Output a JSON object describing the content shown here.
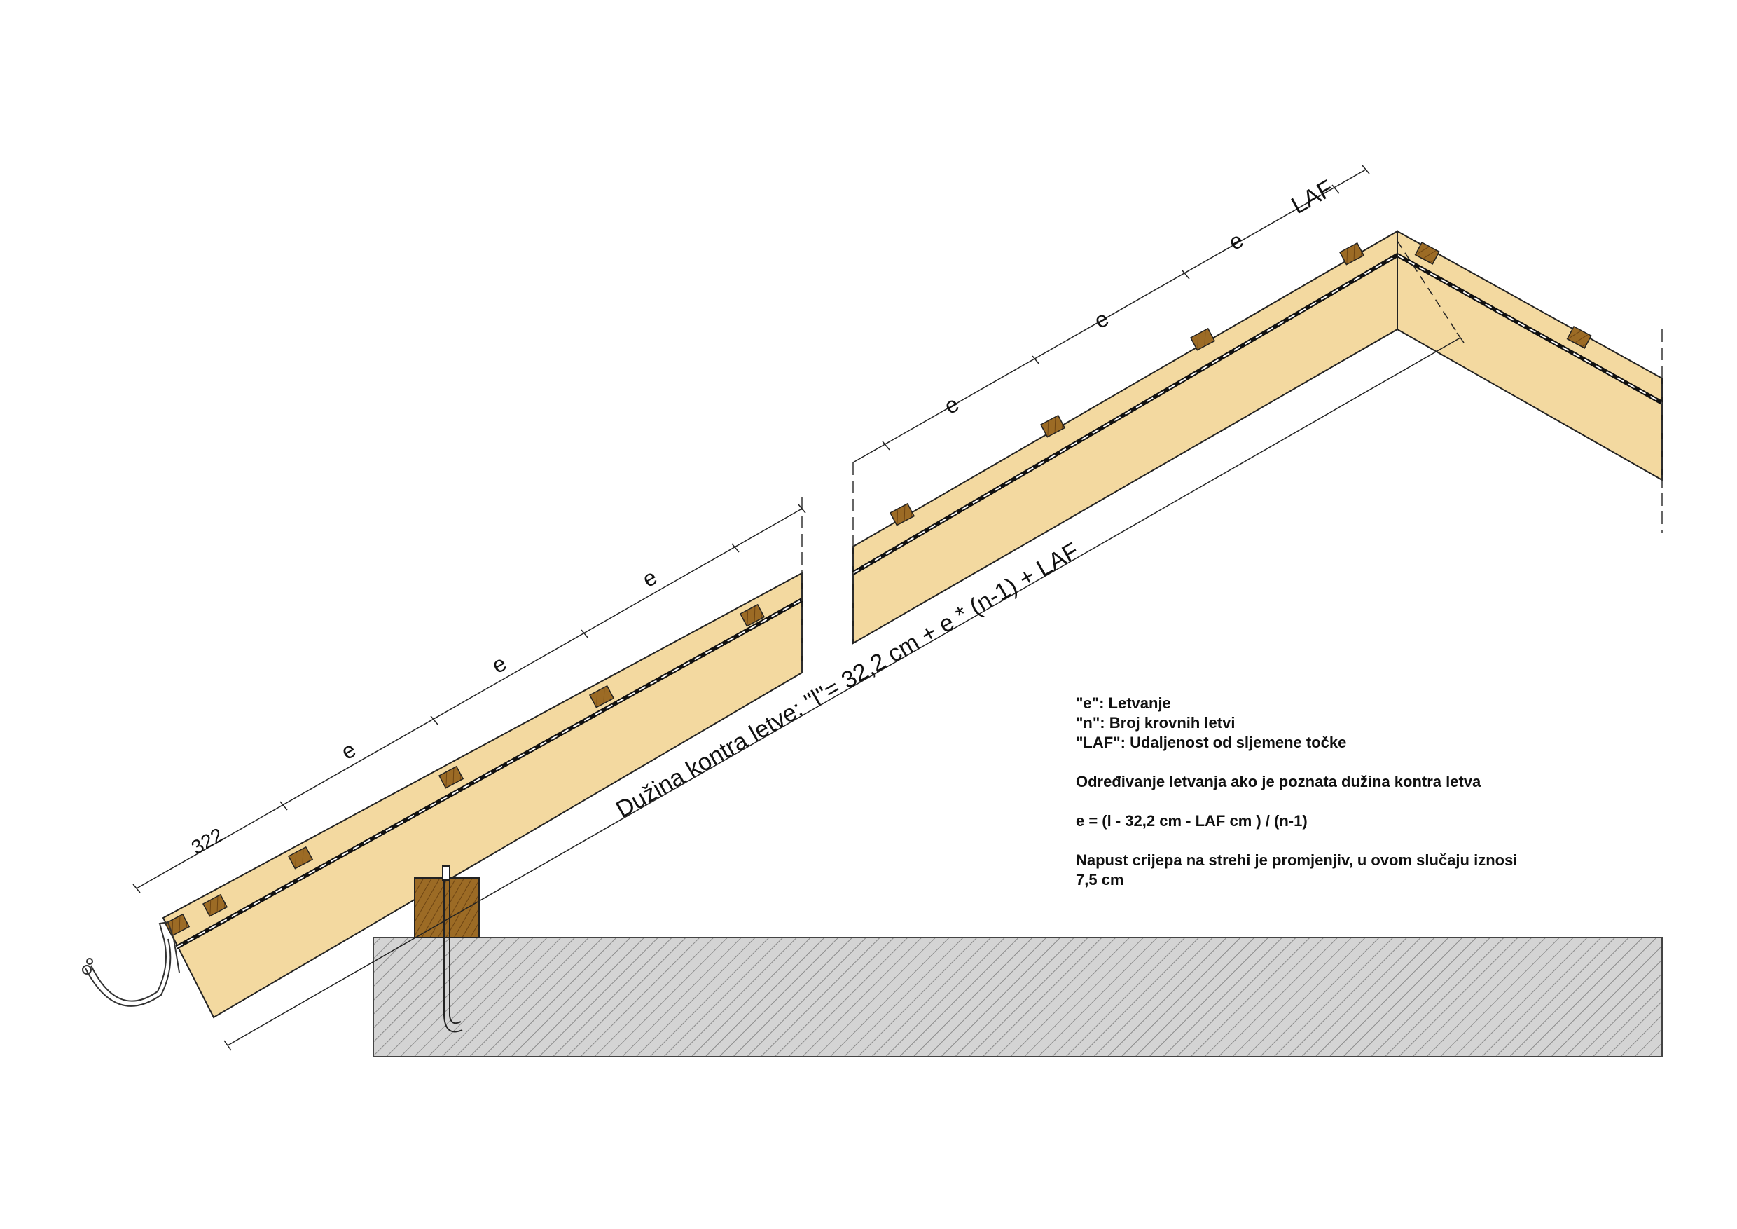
{
  "labels": {
    "first_spacing": "322",
    "spacing": "e",
    "laf": "LAF",
    "counter_batten_formula": "Dužina kontra letve: \"l\"= 32,2 cm + e * (n-1) + LAF"
  },
  "legend": {
    "e": "\"e\": Letvanje",
    "n": "\"n\": Broj krovnih letvi",
    "laf": "\"LAF\": Udaljenost od sljemene točke"
  },
  "notes": {
    "heading": "Određivanje letvanja ako je poznata dužina kontra letva",
    "formula": "e = (l - 32,2 cm - LAF cm ) / (n-1)",
    "overhang_line1": "Napust crijepa na strehi je promjenjiv, u ovom slučaju iznosi",
    "overhang_line2": "7,5 cm"
  },
  "colors": {
    "timber": "#f3d9a0",
    "batten": "#a8782f",
    "rafter_block": "#9c6b25",
    "wall_fill": "#d4d4d4",
    "line": "#222222"
  }
}
